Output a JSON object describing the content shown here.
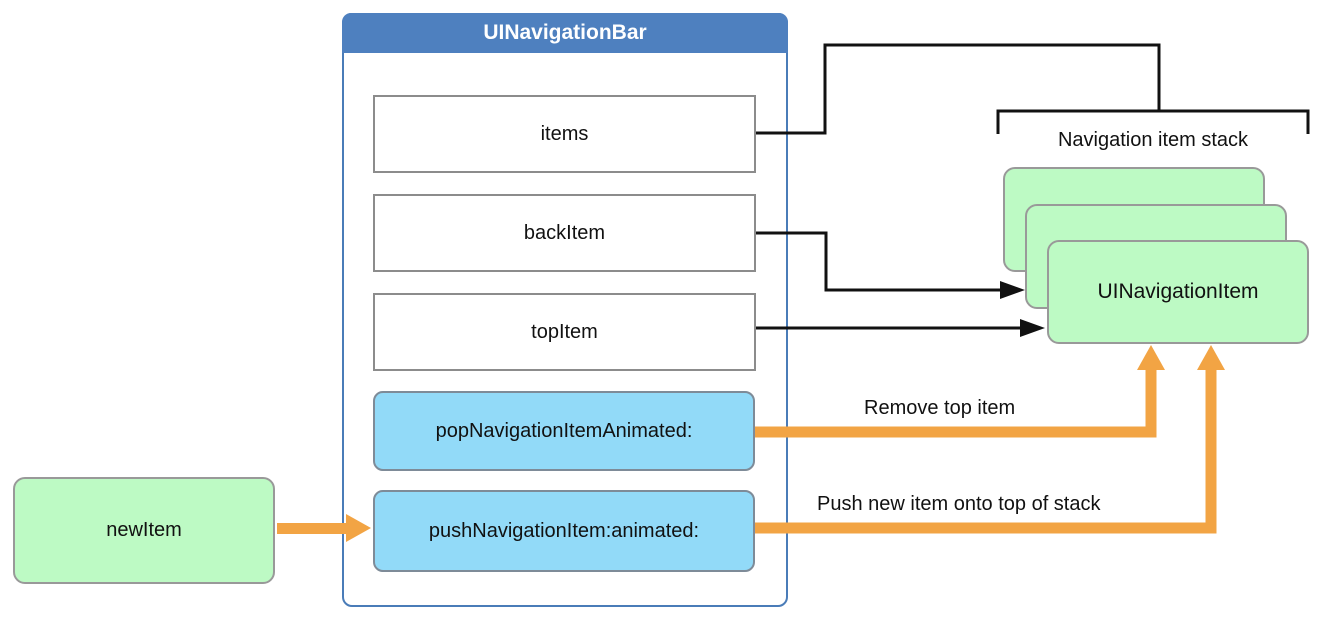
{
  "diagram": {
    "title": "UINavigationBar",
    "properties": [
      {
        "label": "items"
      },
      {
        "label": "backItem"
      },
      {
        "label": "topItem"
      }
    ],
    "methods": [
      {
        "label": "popNavigationItemAnimated:"
      },
      {
        "label": "pushNavigationItem:animated:"
      }
    ],
    "external_object": {
      "label": "newItem"
    },
    "stack": {
      "caption": "Navigation item stack",
      "front_item_label": "UINavigationItem"
    },
    "arrow_labels": {
      "remove": "Remove top item",
      "push": "Push new item onto top of stack"
    },
    "colors": {
      "header_blue": "#4E80BF",
      "container_border_blue": "#4A7CB8",
      "method_box_blue": "#92DAF8",
      "item_box_green": "#BDFAC4",
      "arrow_orange": "#F2A444",
      "connector_black": "#111111",
      "box_border_gray": "#8C8C8C"
    }
  }
}
